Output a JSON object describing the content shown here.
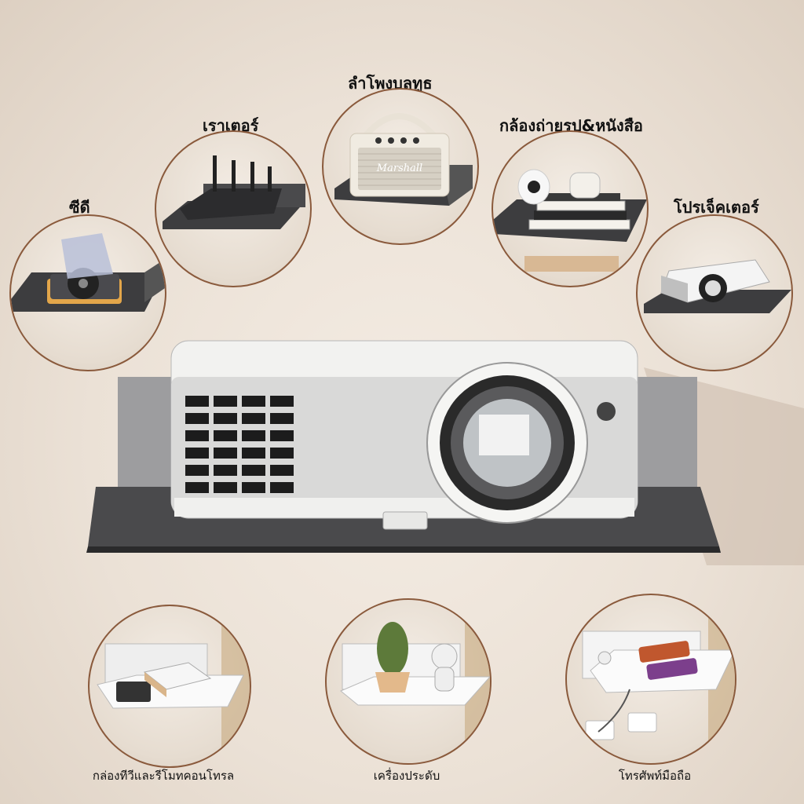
{
  "top_labels": {
    "cd": "ซีดี",
    "router": "เราเตอร์",
    "speaker": "ลำโพงบลูทูธ",
    "camera_books": "กล้องถ่ายรูป&หนังสือ",
    "projector": "โปรเจ็คเตอร์"
  },
  "speaker_brand": "Marshall",
  "bottom_labels": {
    "tv_box": "กล่องทีวีและรีโมทคอนโทรล",
    "decor": "เครื่องประดับ",
    "phone": "โทรศัพท์มือถือ"
  },
  "colors": {
    "circle_border": "#8a5a3c",
    "shelf_dark": "#3a3a3c",
    "shelf_light": "#f5f3f0"
  }
}
